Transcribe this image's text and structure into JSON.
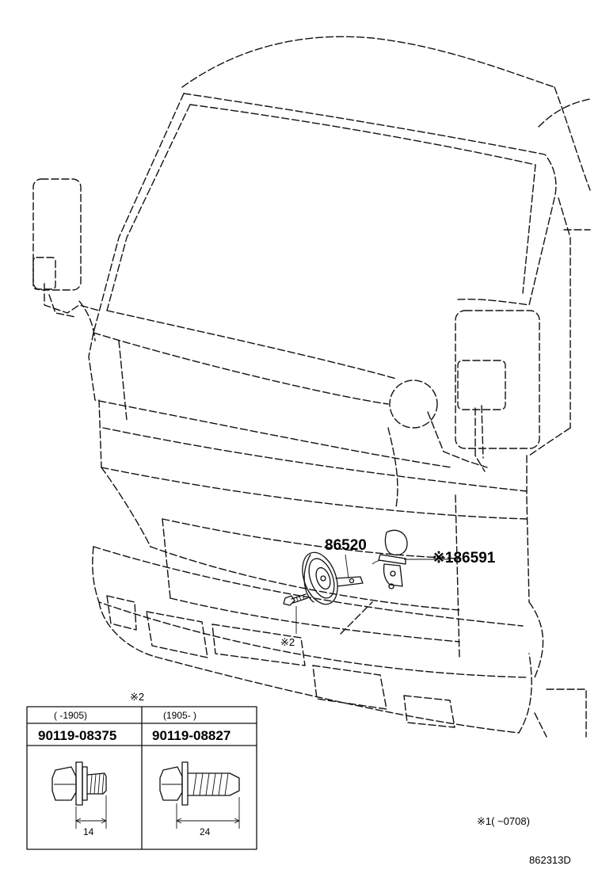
{
  "callouts": {
    "horn": "86520",
    "bracket": "※186591",
    "bolt_ref": "※2"
  },
  "table": {
    "ref": "※2",
    "columns": [
      {
        "range": "(      -1905)",
        "part_no": "90119-08375",
        "length": "14"
      },
      {
        "range": "(1905-      )",
        "part_no": "90119-08827",
        "length": "24"
      }
    ]
  },
  "footnote": "※1(   ~0708)",
  "diagram_code": "862313D"
}
